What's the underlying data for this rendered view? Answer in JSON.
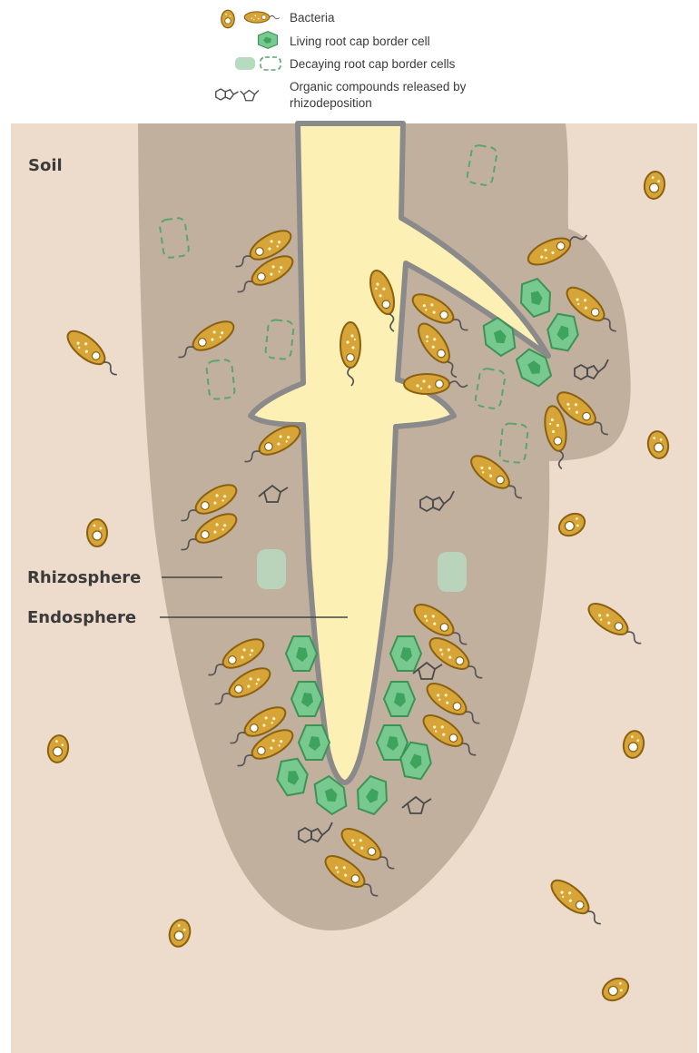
{
  "legend": {
    "bacteria": "Bacteria",
    "living_cell": "Living root cap border cell",
    "decaying_cells": "Decaying  root cap border cells",
    "organic_line1": "Organic compounds released by",
    "organic_line2": "rhizodeposition"
  },
  "labels": {
    "soil": "Soil",
    "rhizosphere": "Rhizosphere",
    "endosphere": "Endosphere"
  },
  "colors": {
    "soil": "#eddccb",
    "rhizosphere": "#c2b09f",
    "endosphere": "#fdf0b4",
    "root_outline": "#8a8a8a",
    "bacteria_fill": "#d7a437",
    "bacteria_stroke": "#8a6110",
    "living_cell_fill": "#77c98f",
    "living_cell_stroke": "#3c9354",
    "nucleus": "#3ea35c",
    "decaying_stroke": "#5aa56e",
    "decaying_fill": "#b7dbbe",
    "compound": "#4a4a4a"
  }
}
